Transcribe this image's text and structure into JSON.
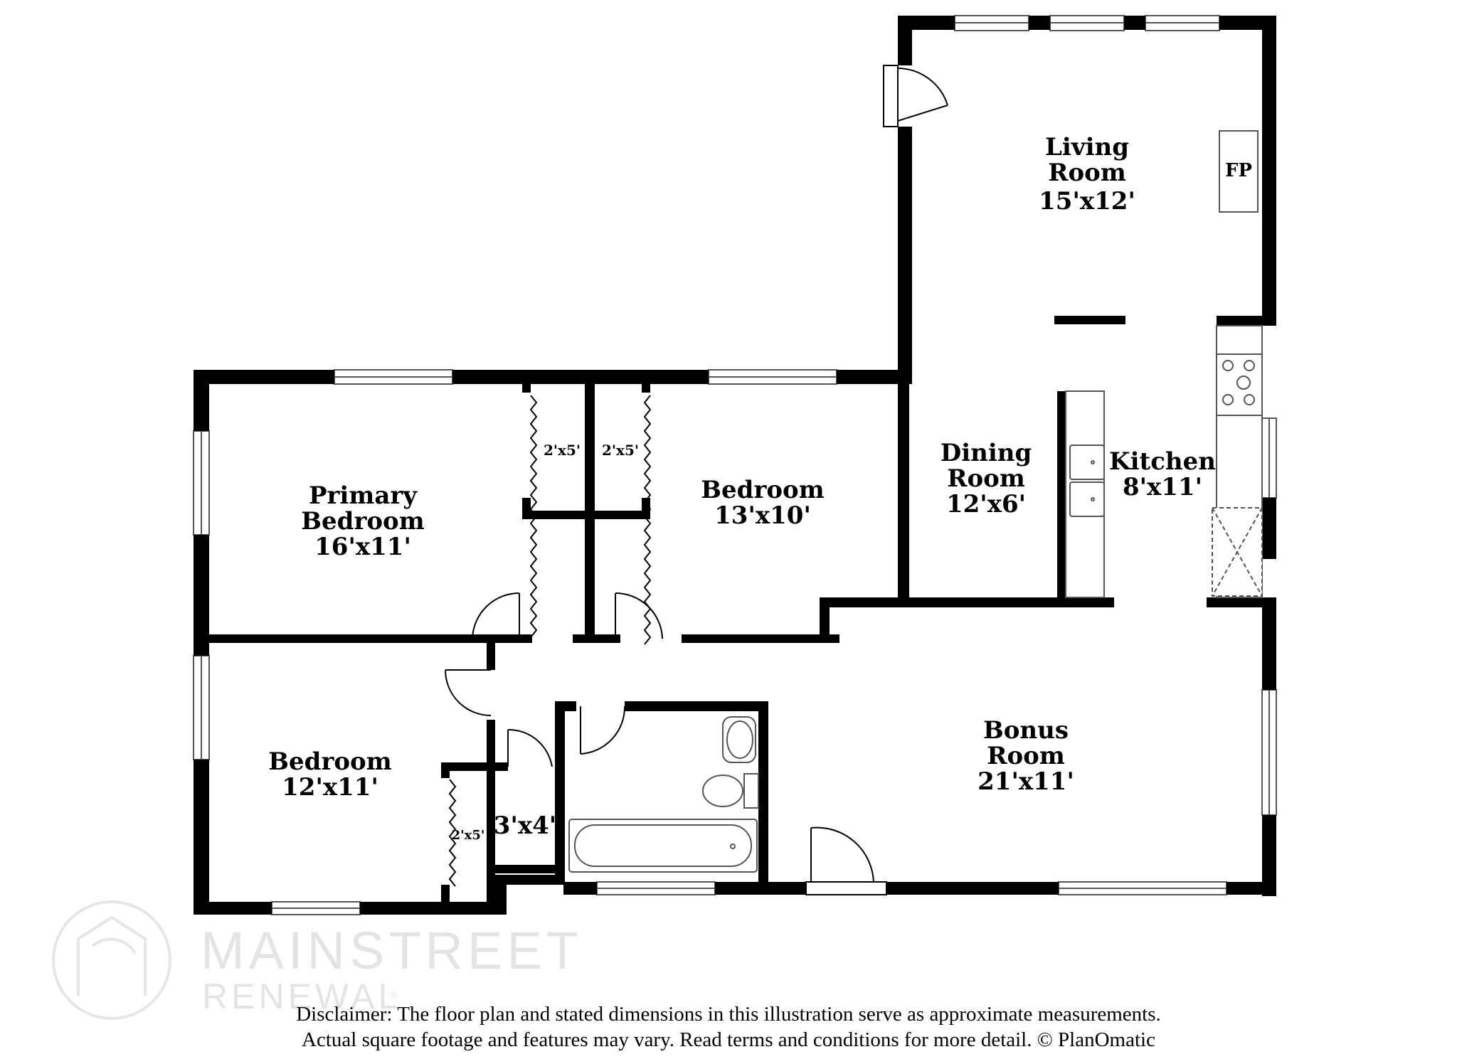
{
  "rooms": {
    "living": {
      "name_1": "Living",
      "name_2": "Room",
      "size": "15'x12'"
    },
    "dining": {
      "name_1": "Dining",
      "name_2": "Room",
      "size": "12'x6'"
    },
    "kitchen": {
      "name": "Kitchen",
      "size": "8'x11'"
    },
    "primary": {
      "name_1": "Primary",
      "name_2": "Bedroom",
      "size": "16'x11'"
    },
    "bedroom2": {
      "name": "Bedroom",
      "size": "13'x10'"
    },
    "bedroom3": {
      "name": "Bedroom",
      "size": "12'x11'"
    },
    "bonus": {
      "name_1": "Bonus",
      "name_2": "Room",
      "size": "21'x11'"
    },
    "hall_closet": {
      "size": "3'x4'"
    }
  },
  "closets": {
    "primary_closet": "2'x5'",
    "bedroom2_closet": "2'x5'",
    "bedroom3_closet": "2'x5'"
  },
  "fireplace_label": "FP",
  "watermark": {
    "line1": "MAINSTREET",
    "line2": "RENEWAL",
    "mark": "®"
  },
  "disclaimer": {
    "line1": "Disclaimer: The floor plan and stated dimensions in this illustration serve as approximate measurements.",
    "line2": "Actual square footage and features may vary. Read terms and conditions for more detail. © PlanOmatic"
  },
  "colors": {
    "wall": "#000000",
    "background": "#ffffff",
    "watermark": "#e4e4e4"
  }
}
